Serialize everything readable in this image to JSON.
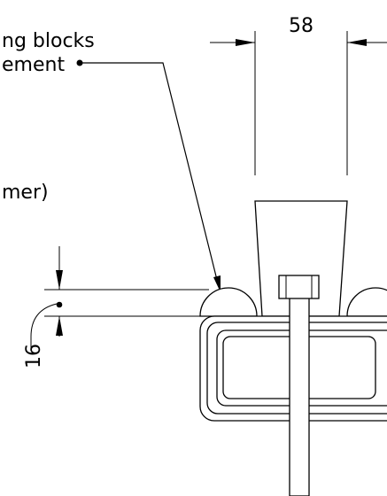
{
  "labels": {
    "callout_line1": "ng blocks",
    "callout_line2": "ement",
    "callout_line3": "mer)"
  },
  "dimensions": {
    "width": "58",
    "height": "16"
  },
  "colors": {
    "ink": "#000000",
    "paper": "#ffffff"
  }
}
